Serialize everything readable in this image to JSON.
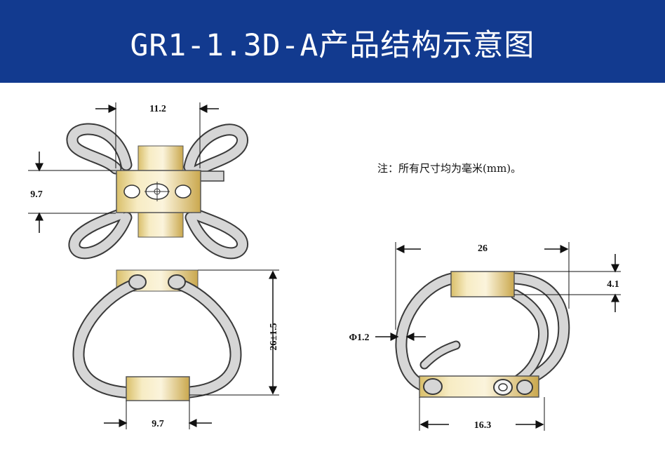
{
  "header": {
    "title": "GR1-1.3D-A产品结构示意图",
    "background_color": "#123a8f"
  },
  "note": {
    "text": "注：所有尺寸均为毫米(mm)。"
  },
  "dimensions": {
    "top_view_width": "11.2",
    "top_view_height": "9.7",
    "front_view_height": "26±1.5",
    "front_view_base_width": "9.7",
    "side_view_width": "26",
    "side_view_clip_height": "4.1",
    "side_view_wire_diameter": "Φ1.2",
    "side_view_base_width": "16.3"
  },
  "colors": {
    "wire": "#d6d6d6",
    "wire_outline": "#3a3a3a",
    "clip_fill": "#f0e1a8",
    "clip_dark": "#c9a84a"
  }
}
